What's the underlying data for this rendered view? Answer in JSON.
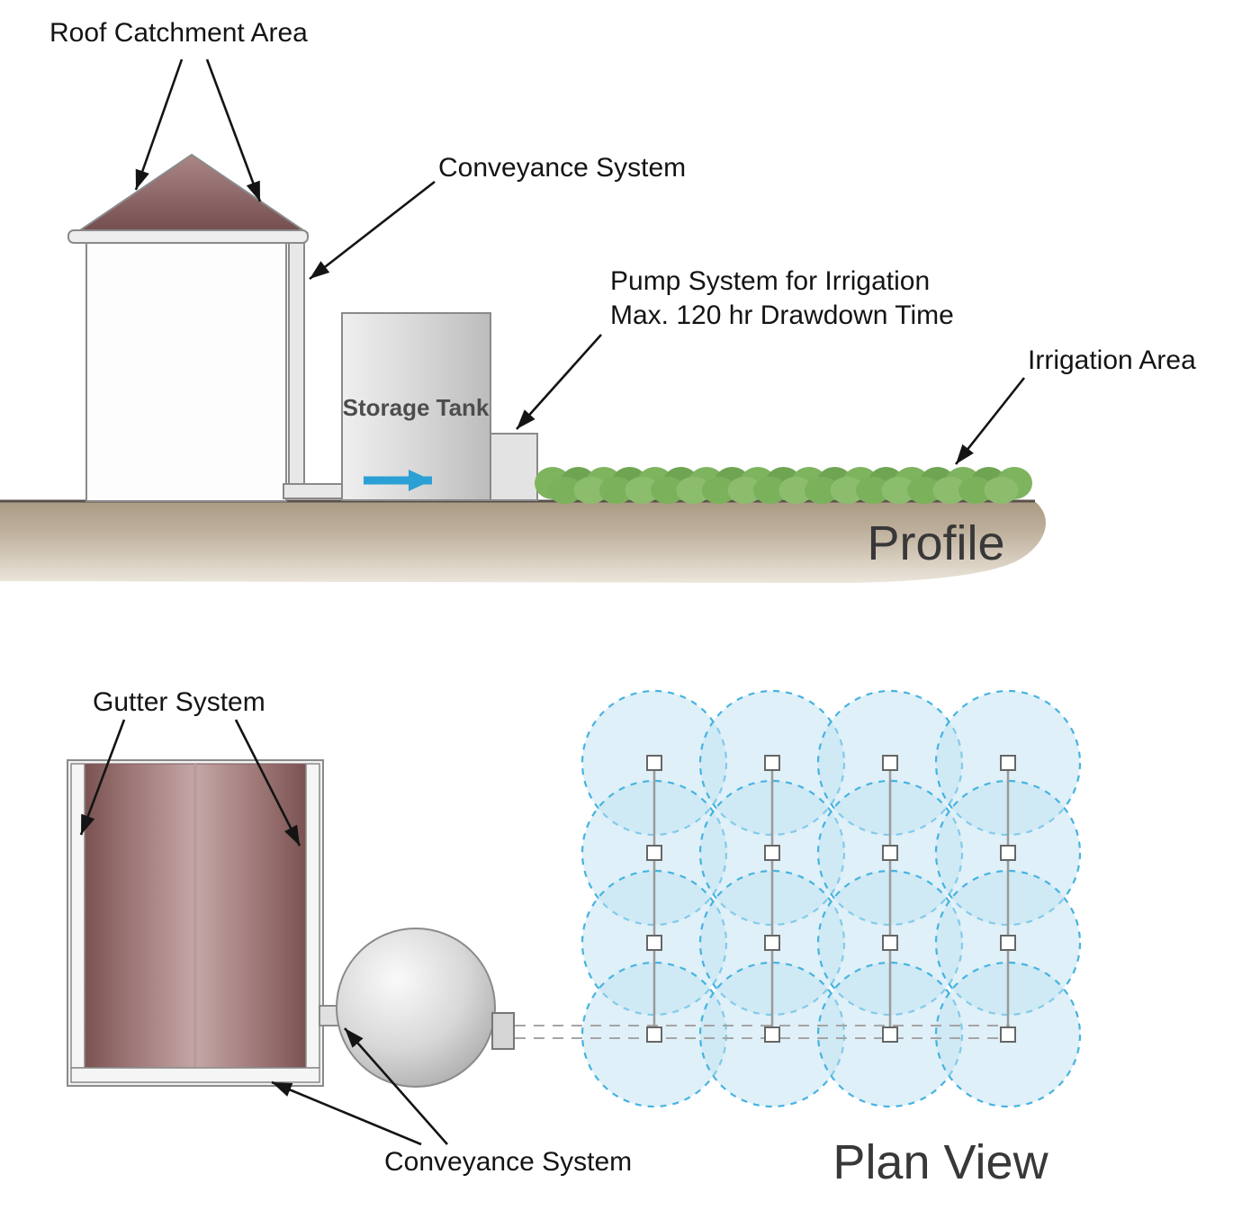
{
  "figure": {
    "profile": {
      "title": "Profile",
      "labels": {
        "roof_catchment": "Roof Catchment Area",
        "conveyance": "Conveyance System",
        "pump_line1": "Pump System for Irrigation",
        "pump_line2": "Max. 120 hr Drawdown Time",
        "storage_tank": "Storage Tank",
        "irrigation_area": "Irrigation Area"
      }
    },
    "plan": {
      "title": "Plan View",
      "labels": {
        "gutter": "Gutter System",
        "conveyance": "Conveyance System"
      },
      "sprinkler_grid": {
        "columns": 4,
        "rows": 4
      }
    },
    "colors": {
      "roof": "#8a5f5f",
      "tank_gray": "#d8d8d8",
      "ground": "#b3a28d",
      "vegetation_green": "#7fb25e",
      "spray_fill": "#bfe2f2",
      "spray_stroke": "#45b3e0",
      "flow_arrow_blue": "#2aa0d5"
    }
  }
}
